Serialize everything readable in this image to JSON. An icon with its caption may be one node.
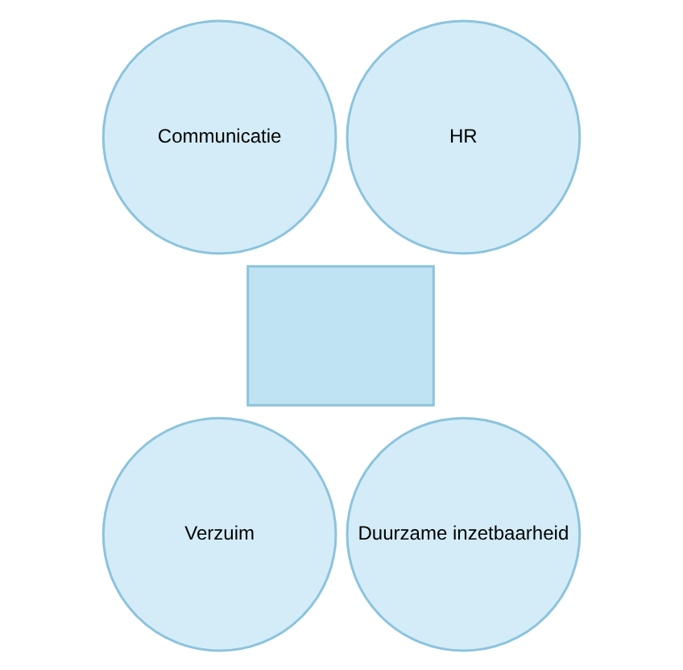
{
  "diagram": {
    "nodes": [
      {
        "text": [
          "Communicatie"
        ]
      },
      {
        "text": [
          "HR"
        ]
      },
      {
        "text": [
          "Verzuim"
        ]
      },
      {
        "text": [
          "Duurzame inzetbaarheid"
        ]
      },
      {
        "text": [],
        "shape": "box"
      }
    ]
  }
}
